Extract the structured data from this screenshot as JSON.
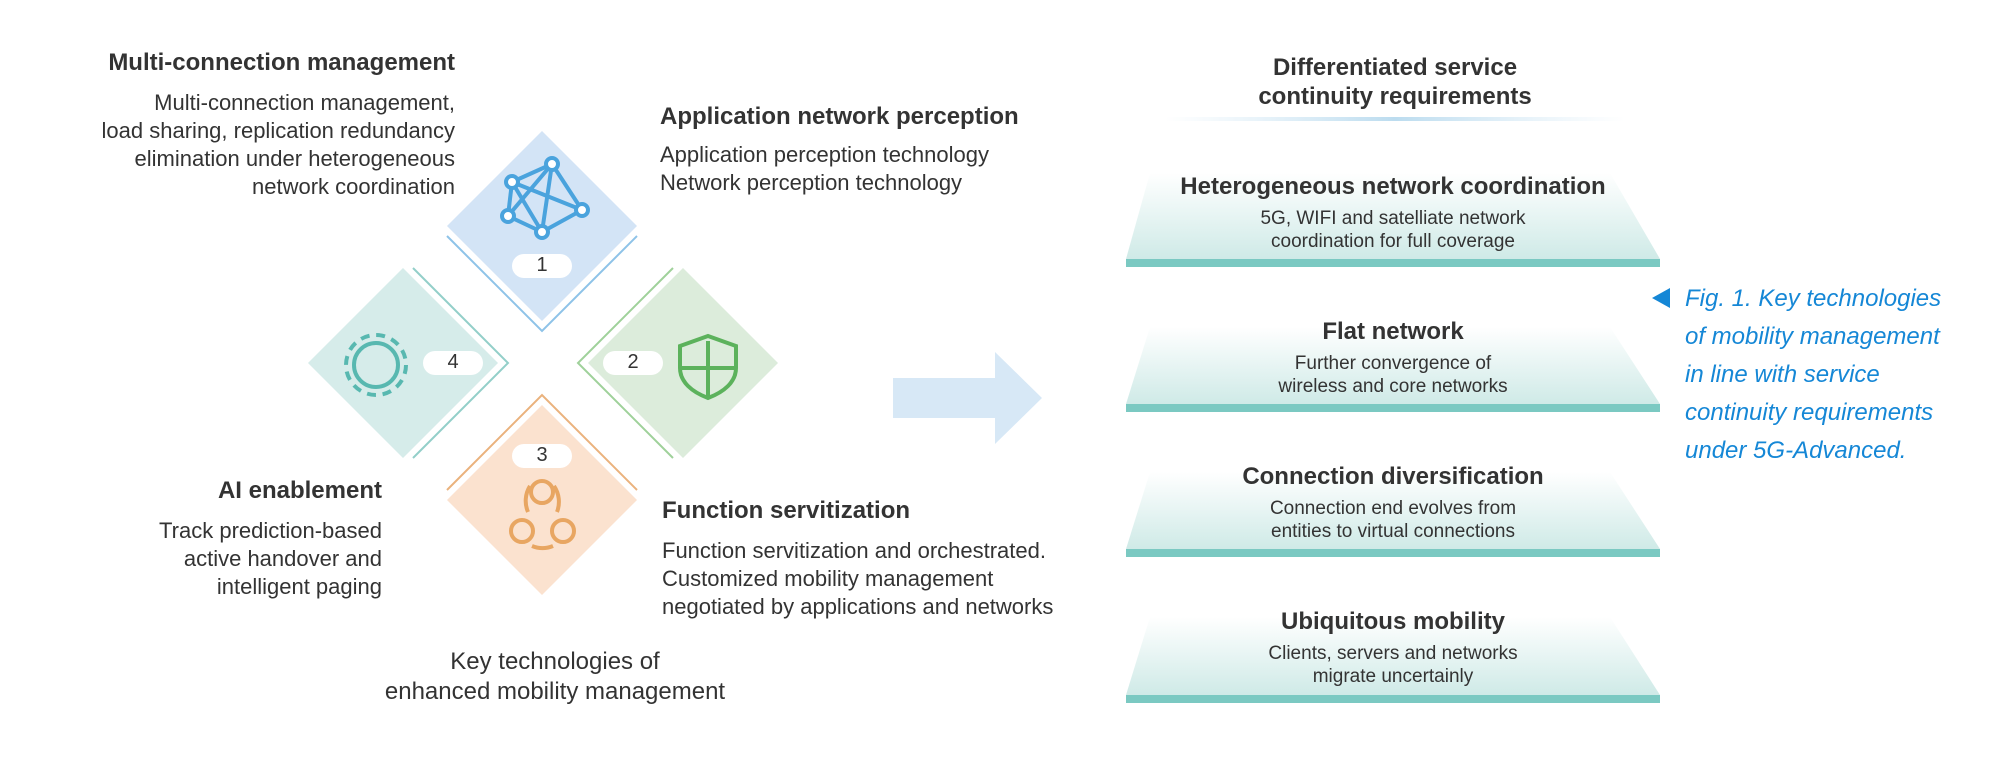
{
  "left": {
    "items": [
      {
        "number": "1",
        "title": "Application network perception",
        "lines": [
          "Application perception technology",
          "Network perception technology"
        ],
        "icon": "network-mesh-icon"
      },
      {
        "number": "2",
        "title": "Multi-connection management",
        "lines": [
          "Multi-connection management,",
          "load sharing, replication redundancy",
          "elimination under heterogeneous",
          "network coordination"
        ],
        "icon": "shield-icon"
      },
      {
        "number": "3",
        "title": "Function servitization",
        "lines": [
          "Function servitization and orchestrated.",
          "Customized mobility management",
          "negotiated by applications and networks"
        ],
        "icon": "triangle-nodes-icon"
      },
      {
        "number": "4",
        "title": "AI enablement",
        "lines": [
          "Track prediction-based",
          "active handover and",
          "intelligent paging"
        ],
        "icon": "gear-icon"
      }
    ],
    "footer": [
      "Key technologies of",
      "enhanced mobility management"
    ]
  },
  "right": {
    "header": [
      "Differentiated service",
      "continuity requirements"
    ],
    "layers": [
      {
        "title": "Heterogeneous network coordination",
        "lines": [
          "5G, WIFI and satelliate network",
          "coordination for full coverage"
        ]
      },
      {
        "title": "Flat network",
        "lines": [
          "Further convergence of",
          "wireless and core networks"
        ]
      },
      {
        "title": "Connection diversification",
        "lines": [
          "Connection end evolves from",
          "entities to virtual connections"
        ]
      },
      {
        "title": "Ubiquitous mobility",
        "lines": [
          "Clients, servers and networks",
          "migrate uncertainly"
        ]
      }
    ]
  },
  "caption": {
    "lines": [
      "Fig. 1. Key technologies",
      "of mobility management",
      "in line with service",
      "continuity requirements",
      "under 5G-Advanced."
    ]
  },
  "colors": {
    "diamond1": "#d3e4f6",
    "diamond2": "#dcecdb",
    "diamond3": "#fbe2cf",
    "diamond4": "#d6ecea",
    "icon1": "#4aa3dd",
    "icon2": "#5cb25c",
    "icon3": "#e8a662",
    "icon4": "#58b8b0",
    "arrow": "#d7e8f6",
    "layer_band": "#7bc9c2",
    "caption": "#1587d6"
  }
}
